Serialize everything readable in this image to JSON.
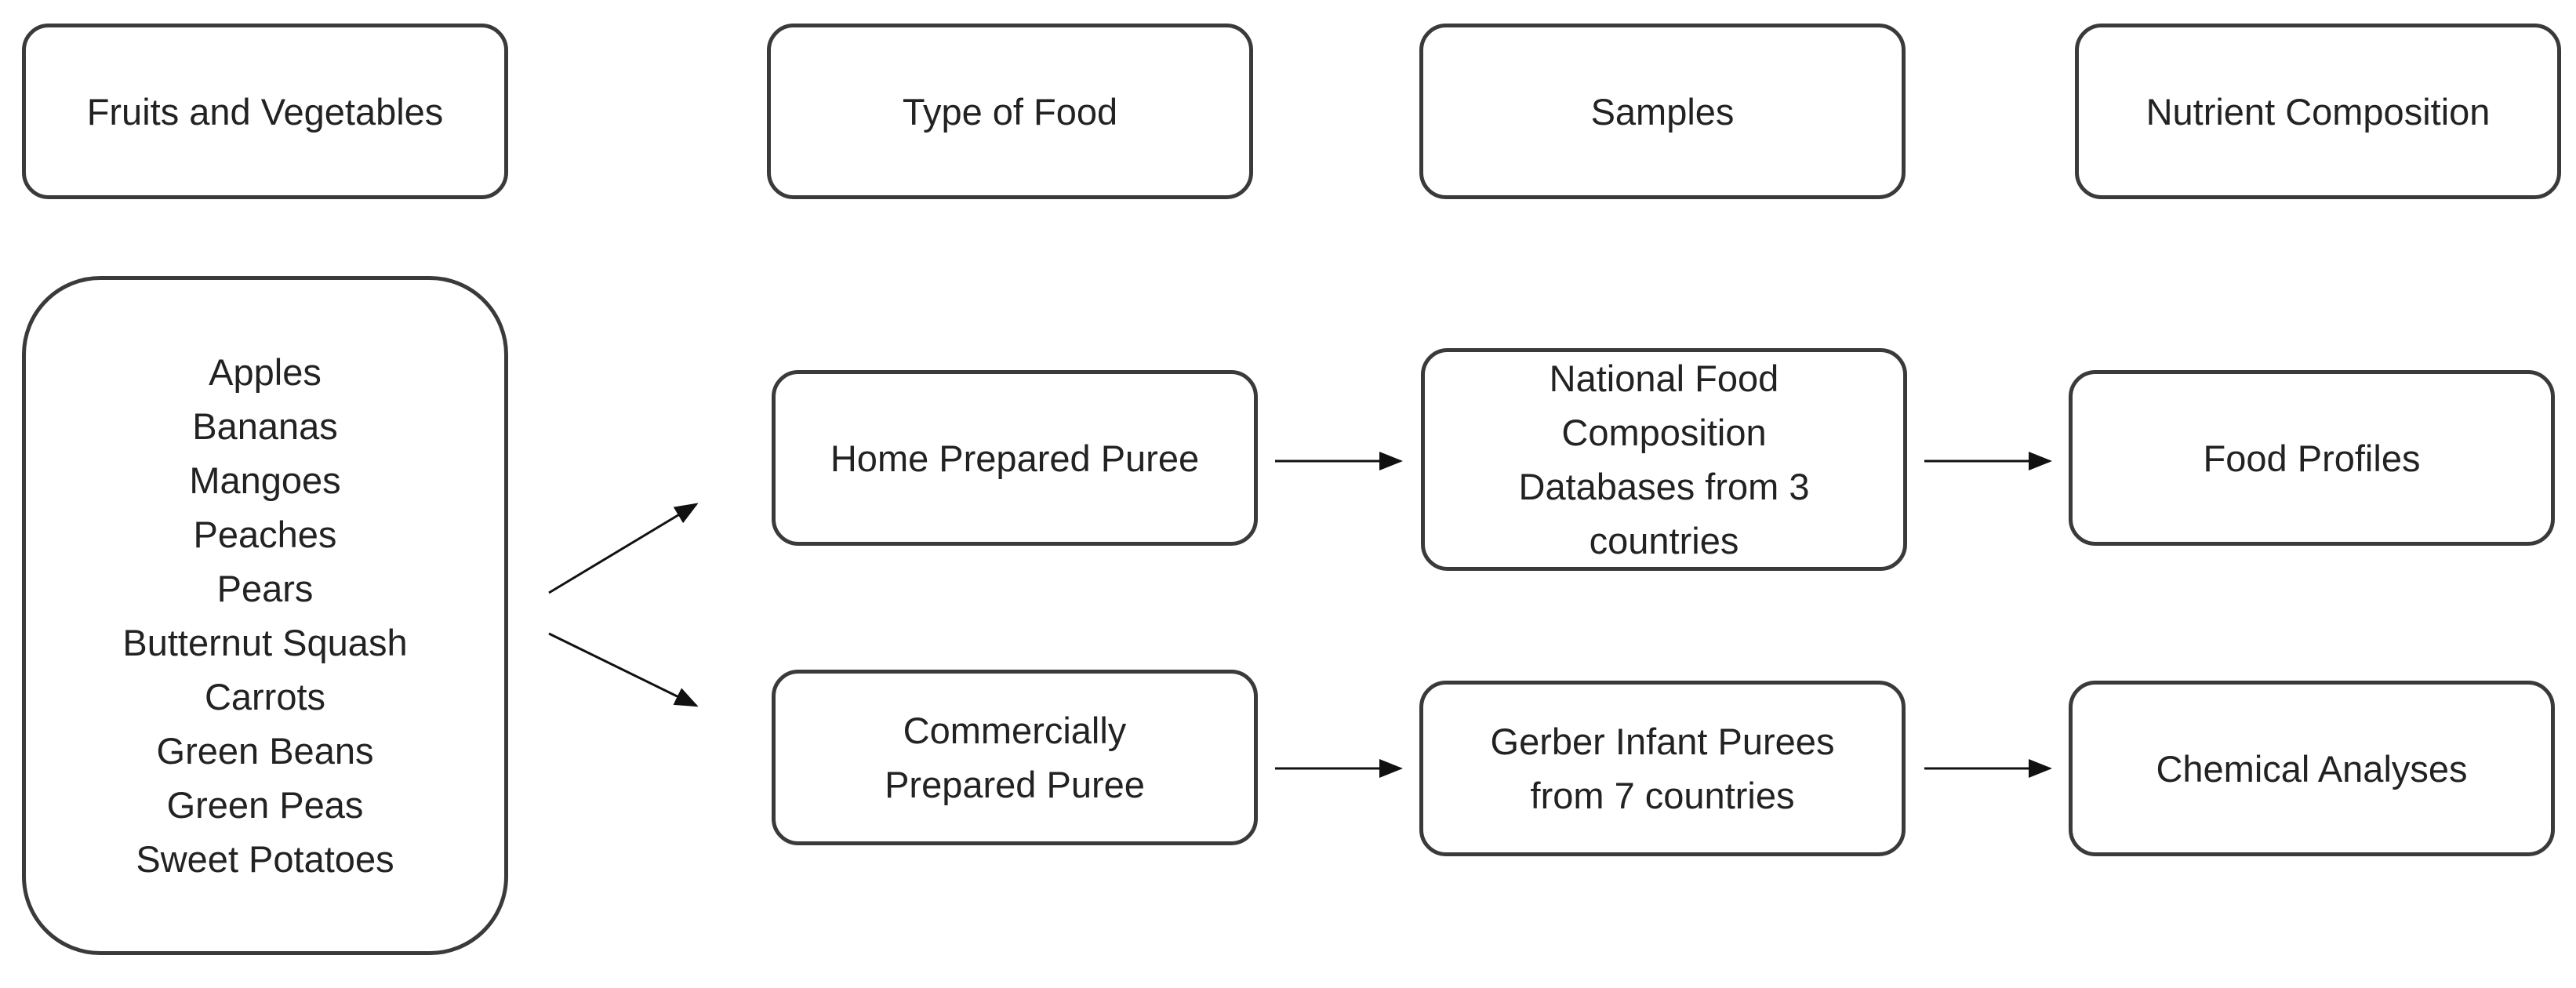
{
  "headers": {
    "col1": "Fruits and Vegetables",
    "col2": "Type of Food",
    "col3": "Samples",
    "col4": "Nutrient Composition"
  },
  "fruits_and_vegetables": [
    "Apples",
    "Bananas",
    "Mangoes",
    "Peaches",
    "Pears",
    "Butternut Squash",
    "Carrots",
    "Green Beans",
    "Green Peas",
    "Sweet Potatoes"
  ],
  "food_types": {
    "home": "Home Prepared Puree",
    "commercial": "Commercially\nPrepared Puree"
  },
  "samples": {
    "national": "National Food\nComposition\nDatabases from 3\ncountries",
    "gerber": "Gerber Infant Purees\nfrom 7 countries"
  },
  "nutrient_composition": {
    "profiles": "Food Profiles",
    "chemical": "Chemical Analyses"
  }
}
